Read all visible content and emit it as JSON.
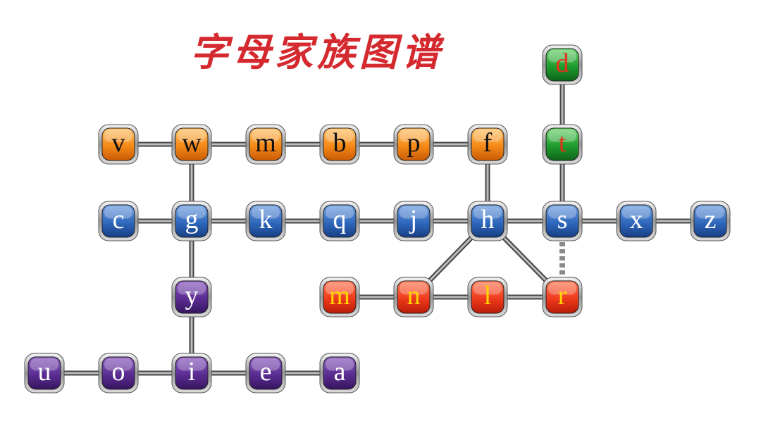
{
  "title": "字母家族图谱",
  "colors": {
    "orange": [
      "#ffc36b",
      "#f58a18",
      "#c95a05"
    ],
    "blue": [
      "#6f9ee0",
      "#2f68bd",
      "#183f85"
    ],
    "purple": [
      "#8c5cc0",
      "#5b2d92",
      "#36155f"
    ],
    "red": [
      "#ff7a55",
      "#ef3a1c",
      "#b81c08"
    ],
    "green": [
      "#6fd36f",
      "#1f9c2f",
      "#0e6419"
    ],
    "orange_text": "#111111",
    "blue_text": "#ffffff",
    "purple_text": "#ffffff",
    "red_text": "#ffd400",
    "green_text": "#e0331a"
  },
  "nodes": [
    {
      "id": "d",
      "label": "d",
      "color": "green"
    },
    {
      "id": "v",
      "label": "v",
      "color": "orange"
    },
    {
      "id": "w",
      "label": "w",
      "color": "orange"
    },
    {
      "id": "m1",
      "label": "m",
      "color": "orange"
    },
    {
      "id": "b",
      "label": "b",
      "color": "orange"
    },
    {
      "id": "p",
      "label": "p",
      "color": "orange"
    },
    {
      "id": "f",
      "label": "f",
      "color": "orange"
    },
    {
      "id": "t",
      "label": "t",
      "color": "green"
    },
    {
      "id": "c",
      "label": "c",
      "color": "blue"
    },
    {
      "id": "g",
      "label": "g",
      "color": "blue"
    },
    {
      "id": "k",
      "label": "k",
      "color": "blue"
    },
    {
      "id": "q",
      "label": "q",
      "color": "blue"
    },
    {
      "id": "j",
      "label": "j",
      "color": "blue"
    },
    {
      "id": "h",
      "label": "h",
      "color": "blue"
    },
    {
      "id": "s",
      "label": "s",
      "color": "blue"
    },
    {
      "id": "x",
      "label": "x",
      "color": "blue"
    },
    {
      "id": "z",
      "label": "z",
      "color": "blue"
    },
    {
      "id": "y",
      "label": "y",
      "color": "purple"
    },
    {
      "id": "m2",
      "label": "m",
      "color": "red"
    },
    {
      "id": "n",
      "label": "n",
      "color": "red"
    },
    {
      "id": "l",
      "label": "l",
      "color": "red"
    },
    {
      "id": "r",
      "label": "r",
      "color": "red"
    },
    {
      "id": "u",
      "label": "u",
      "color": "purple"
    },
    {
      "id": "o",
      "label": "o",
      "color": "purple"
    },
    {
      "id": "i",
      "label": "i",
      "color": "purple"
    },
    {
      "id": "e",
      "label": "e",
      "color": "purple"
    },
    {
      "id": "a",
      "label": "a",
      "color": "purple"
    }
  ],
  "edges": [
    {
      "from": "v",
      "to": "w"
    },
    {
      "from": "w",
      "to": "m1"
    },
    {
      "from": "m1",
      "to": "b"
    },
    {
      "from": "b",
      "to": "p"
    },
    {
      "from": "p",
      "to": "f"
    },
    {
      "from": "d",
      "to": "t"
    },
    {
      "from": "t",
      "to": "s"
    },
    {
      "from": "w",
      "to": "g"
    },
    {
      "from": "f",
      "to": "h"
    },
    {
      "from": "c",
      "to": "g"
    },
    {
      "from": "g",
      "to": "k"
    },
    {
      "from": "k",
      "to": "q"
    },
    {
      "from": "q",
      "to": "j"
    },
    {
      "from": "j",
      "to": "h"
    },
    {
      "from": "h",
      "to": "s"
    },
    {
      "from": "s",
      "to": "x"
    },
    {
      "from": "x",
      "to": "z"
    },
    {
      "from": "g",
      "to": "y"
    },
    {
      "from": "y",
      "to": "i"
    },
    {
      "from": "h",
      "to": "n"
    },
    {
      "from": "h",
      "to": "r"
    },
    {
      "from": "m2",
      "to": "n"
    },
    {
      "from": "n",
      "to": "l"
    },
    {
      "from": "l",
      "to": "r"
    },
    {
      "from": "s",
      "to": "r",
      "dashed": true
    },
    {
      "from": "u",
      "to": "o"
    },
    {
      "from": "o",
      "to": "i"
    },
    {
      "from": "i",
      "to": "e"
    },
    {
      "from": "e",
      "to": "a"
    }
  ]
}
